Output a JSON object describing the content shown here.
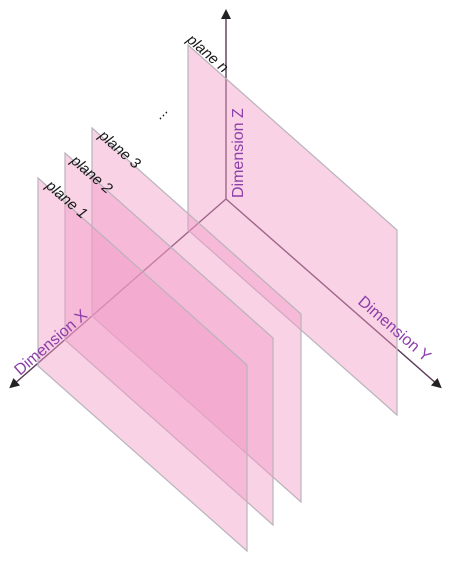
{
  "planes": [
    {
      "label": "plane 1"
    },
    {
      "label": "plane 2"
    },
    {
      "label": "plane 3"
    },
    {
      "label": "plane n"
    }
  ],
  "ellipsis": "...",
  "axes": {
    "x": {
      "label": "Dimension X"
    },
    "y": {
      "label": "Dimension Y"
    },
    "z": {
      "label": "Dimension Z"
    }
  },
  "colors": {
    "plane_fill": "#f29bc8",
    "plane_stroke": "#b9b3bb",
    "axis_line": "#5a3b57",
    "axis_arrow": "#222222",
    "axis_label": "#8b3fa8"
  }
}
